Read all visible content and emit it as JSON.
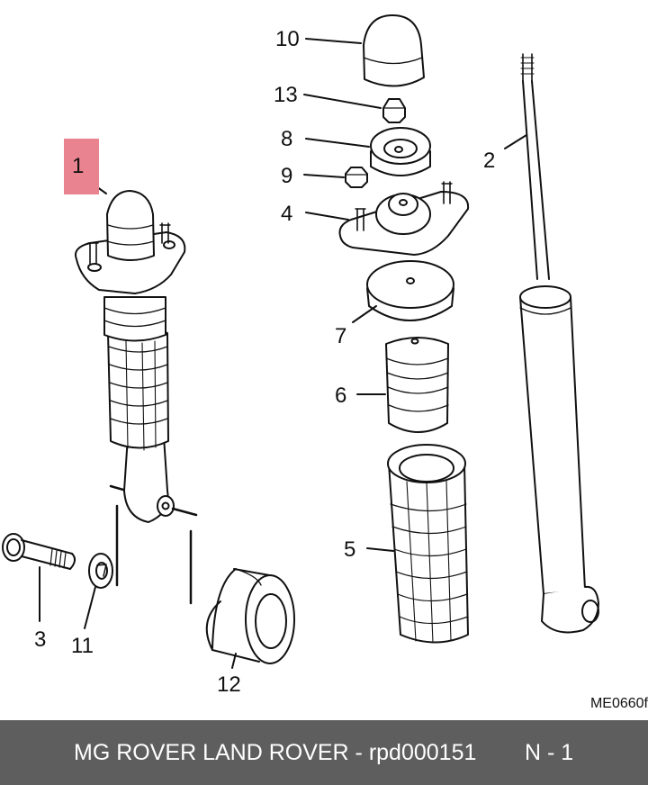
{
  "callouts": {
    "c1": "1",
    "c2": "2",
    "c3": "3",
    "c4": "4",
    "c5": "5",
    "c6": "6",
    "c7": "7",
    "c8": "8",
    "c9": "9",
    "c10": "10",
    "c11": "11",
    "c12": "12",
    "c13": "13"
  },
  "highlight_color": "#e9838f",
  "diagram_ref_code": "ME0660f",
  "footer": {
    "caption": "MG ROVER LAND ROVER - rpd000151",
    "page": "N - 1"
  }
}
